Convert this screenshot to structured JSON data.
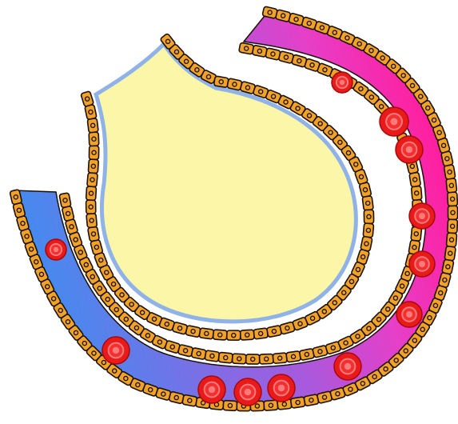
{
  "image": {
    "labels": [],
    "structures": [
      {
        "name": "capsule-lumen",
        "fill": "#fbf6a8",
        "lining": "#8fb3e8"
      },
      {
        "name": "capillary-vessel",
        "gradient": [
          "#3d8ef0",
          "#9b5fe0",
          "#e63fc8",
          "#ff1f9e"
        ]
      }
    ],
    "colors": {
      "cell_fill": "#f2a228",
      "cell_outline": "#1a1208",
      "red_blood_cell": "#e81a1a",
      "red_blood_cell_inner": "#ff7a7a"
    },
    "icons": [
      "epithelial-cell",
      "red-blood-cell"
    ],
    "red_blood_cell_count": 12
  }
}
